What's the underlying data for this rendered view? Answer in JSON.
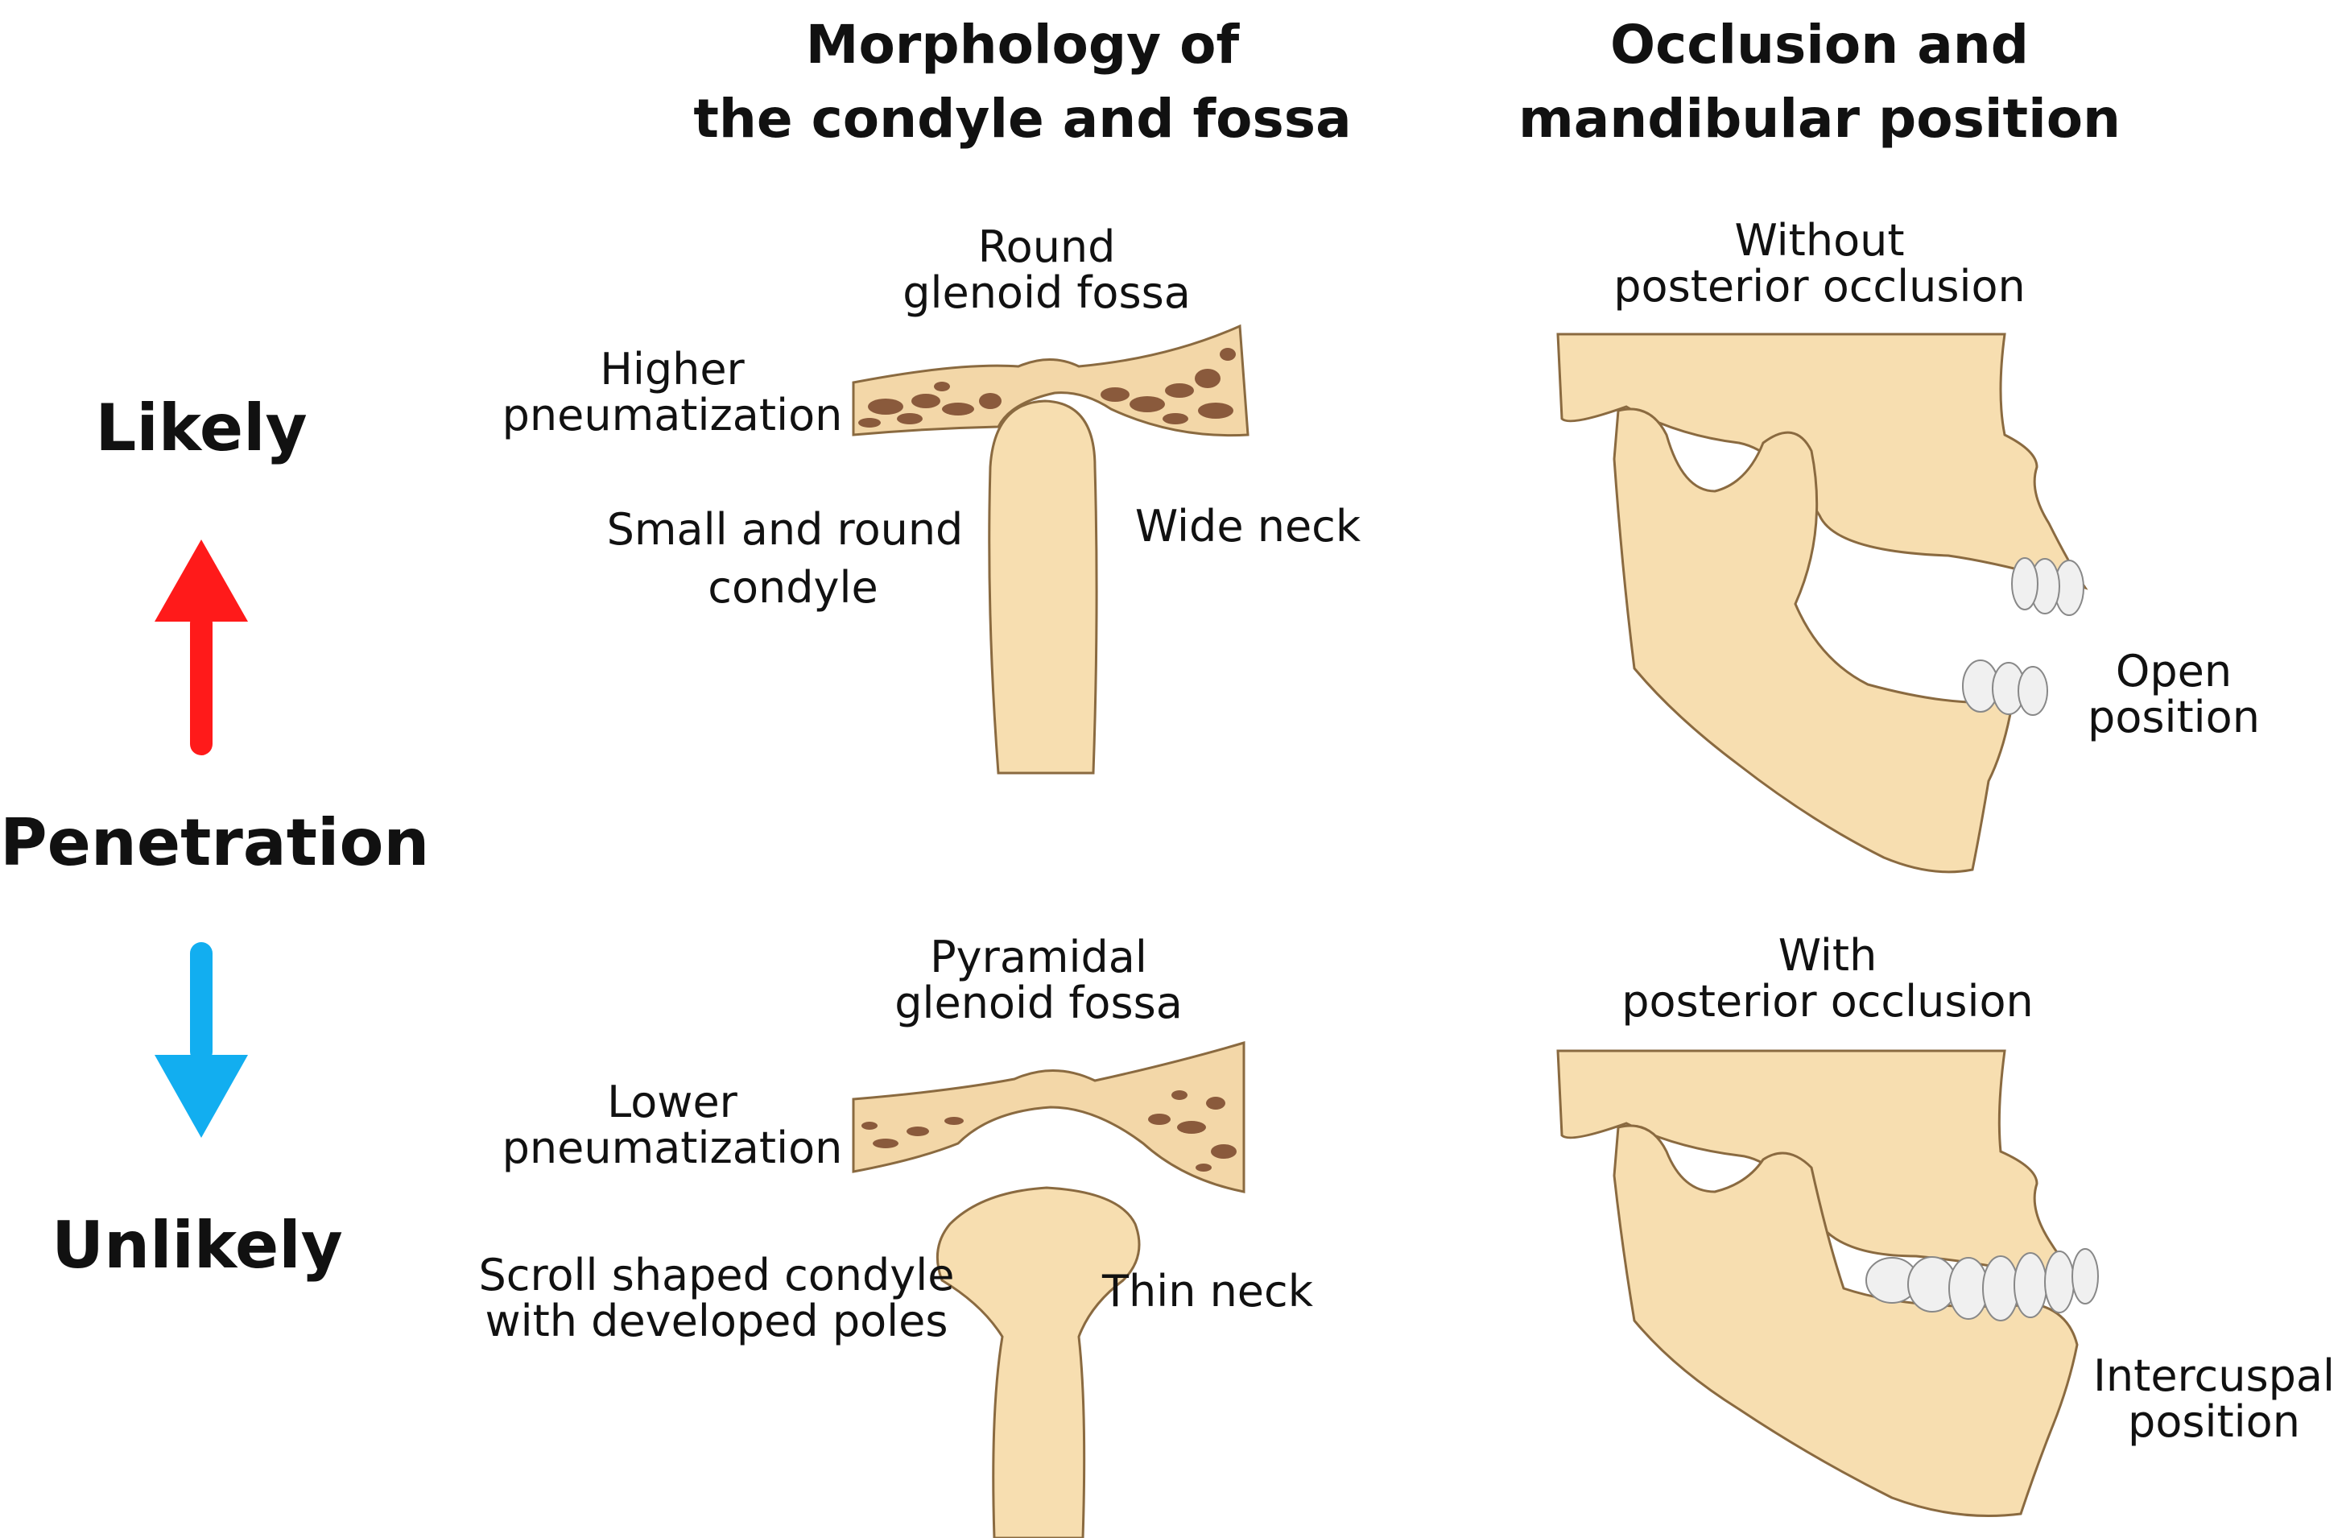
{
  "headings": {
    "morphology": [
      "Morphology of",
      "the condyle and fossa"
    ],
    "occlusion": [
      "Occlusion and",
      "mandibular position"
    ]
  },
  "axis": {
    "likely": "Likely",
    "penetration": "Penetration",
    "unlikely": "Unlikely",
    "up_color": "#ff1a1a",
    "down_color": "#12aef0"
  },
  "morphology_top": {
    "fossa": [
      "Round",
      "glenoid fossa"
    ],
    "pneumatization": [
      "Higher",
      "pneumatization"
    ],
    "condyle": [
      "Small and round",
      "condyle"
    ],
    "neck": "Wide neck"
  },
  "morphology_bottom": {
    "fossa": [
      "Pyramidal",
      "glenoid fossa"
    ],
    "pneumatization": [
      "Lower",
      "pneumatization"
    ],
    "condyle": [
      "Scroll shaped condyle",
      "with developed poles"
    ],
    "neck": "Thin neck"
  },
  "occlusion_top": {
    "occlusion": [
      "Without",
      "posterior occlusion"
    ],
    "position": [
      "Open",
      "position"
    ]
  },
  "occlusion_bottom": {
    "occlusion": [
      "With",
      "posterior occlusion"
    ],
    "position": [
      "Intercuspal",
      "position"
    ]
  },
  "colors": {
    "bone": "#f7deb0",
    "bone_outline": "#8a6a40",
    "bone_cortex": "#f3d7a8",
    "marrow": "#8a5a3c",
    "tooth": "#f0f0f0"
  }
}
